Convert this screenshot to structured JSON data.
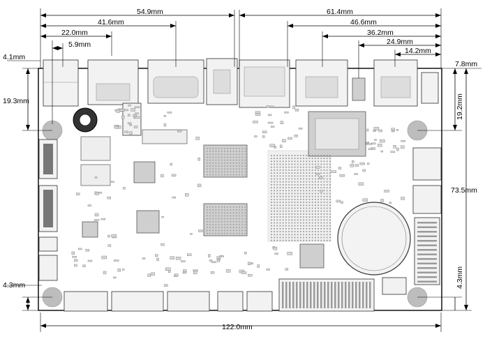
{
  "dimensions": {
    "top_left": [
      "54.9mm",
      "41.6mm",
      "22.0mm",
      "5.9mm"
    ],
    "top_right": [
      "61.4mm",
      "46.6mm",
      "36.2mm",
      "24.9mm",
      "14.2mm"
    ],
    "left_offset": "4.1mm",
    "left_height_top": "19.3mm",
    "left_height_bottom": "4.3mm",
    "right_offset": "7.8mm",
    "right_height_top": "19.2mm",
    "right_total": "73.5mm",
    "right_height_bottom": "4.3mm",
    "bottom_width": "122.0mm"
  }
}
